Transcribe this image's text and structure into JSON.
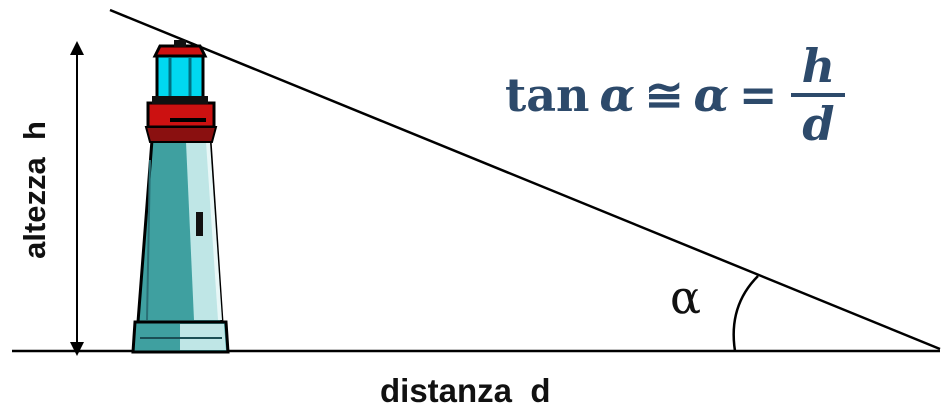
{
  "formula": {
    "tan": "tan",
    "alpha_1": "α",
    "approx_symbol": "≅",
    "alpha_2": "α",
    "equals": "=",
    "numerator": "h",
    "denominator": "d"
  },
  "labels": {
    "distance": "distanza  d",
    "height": "altezza  h",
    "angle": "α"
  },
  "colors": {
    "formula": "#2d4a6b",
    "tower_teal": "#3fa0a0",
    "tower_light": "#bfe6e6",
    "lamp_cyan": "#00d8f0",
    "red_band": "#cc1111",
    "line": "#000000"
  }
}
